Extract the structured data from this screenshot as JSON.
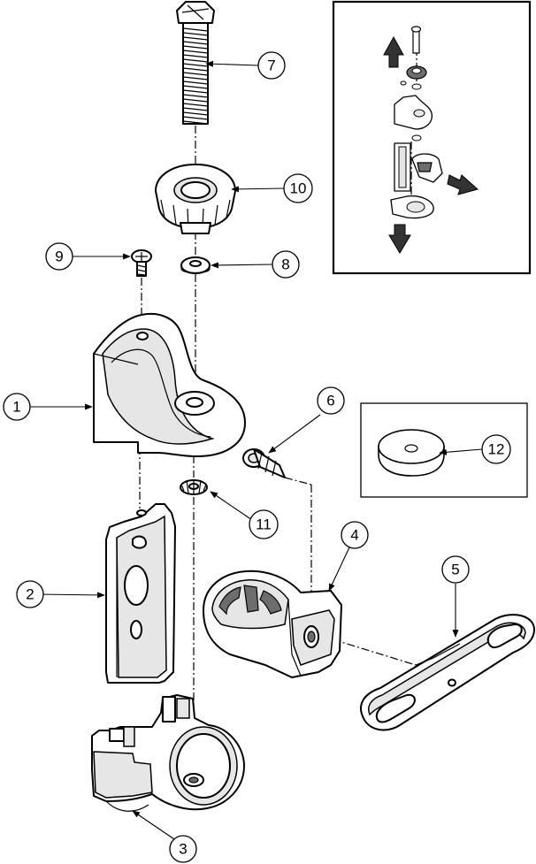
{
  "callouts": [
    {
      "id": "1",
      "label": "1"
    },
    {
      "id": "2",
      "label": "2"
    },
    {
      "id": "3",
      "label": "3"
    },
    {
      "id": "4",
      "label": "4"
    },
    {
      "id": "5",
      "label": "5"
    },
    {
      "id": "6",
      "label": "6"
    },
    {
      "id": "7",
      "label": "7"
    },
    {
      "id": "8",
      "label": "8"
    },
    {
      "id": "9",
      "label": "9"
    },
    {
      "id": "10",
      "label": "10"
    },
    {
      "id": "11",
      "label": "11"
    },
    {
      "id": "12",
      "label": "12"
    }
  ],
  "colors": {
    "line": "#000000",
    "fill": "#ffffff",
    "shade": "#e6e6e6",
    "dark": "#6d6d6d"
  }
}
